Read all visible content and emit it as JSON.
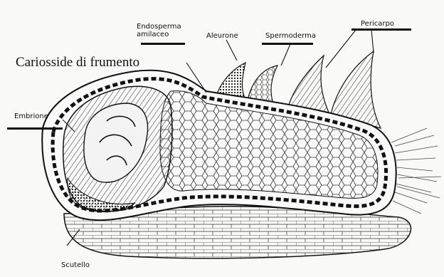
{
  "title": "Cariosside di frumento",
  "labels": {
    "endosperma": "Endosperma\namilaceo",
    "aleurone": "Aleurone",
    "spermoderma": "Spermoderma",
    "pericarpo": "Pericarpo",
    "embrione": "Embrione",
    "scutello": "Scutello"
  },
  "colors": {
    "ink": "#111111",
    "paper": "#f9f9f7"
  }
}
